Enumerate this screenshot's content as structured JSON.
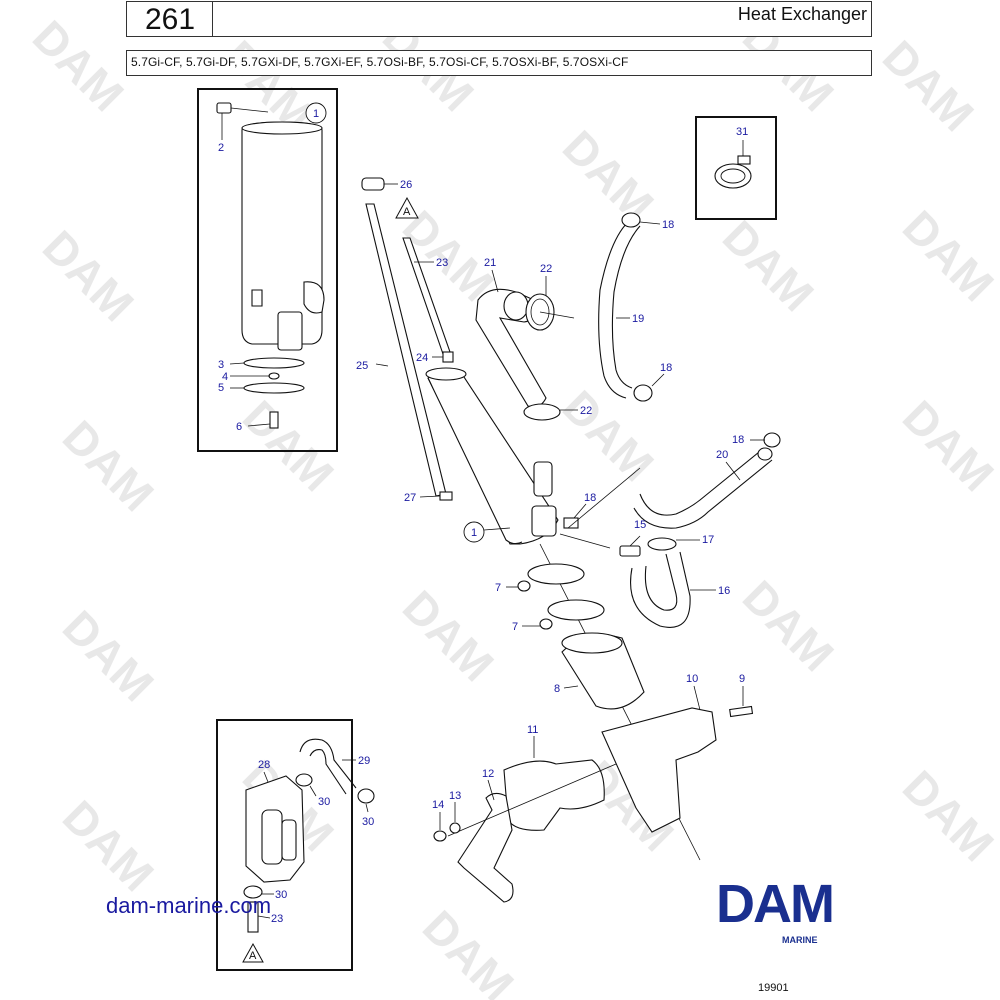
{
  "header": {
    "page_number": "261",
    "title": "Heat Exchanger",
    "models": "5.7Gi-CF, 5.7Gi-DF, 5.7GXi-DF, 5.7GXi-EF, 5.7OSi-BF, 5.7OSi-CF, 5.7OSXi-BF, 5.7OSXi-CF"
  },
  "watermark_text": "DAM",
  "parts": {
    "p1_top": "1",
    "p1_main": "1",
    "p2": "2",
    "p3": "3",
    "p4": "4",
    "p5": "5",
    "p6": "6",
    "p7a": "7",
    "p7b": "7",
    "p8": "8",
    "p9": "9",
    "p10": "10",
    "p11": "11",
    "p12": "12",
    "p13": "13",
    "p14": "14",
    "p15": "15",
    "p16": "16",
    "p17": "17",
    "p18a": "18",
    "p18b": "18",
    "p18c": "18",
    "p18d": "18",
    "p19": "19",
    "p20": "20",
    "p21": "21",
    "p22a": "22",
    "p22b": "22",
    "p23a": "23",
    "p23b": "23",
    "p24": "24",
    "p25": "25",
    "p26": "26",
    "p27": "27",
    "p28": "28",
    "p29": "29",
    "p30a": "30",
    "p30b": "30",
    "p30c": "30",
    "p31": "31"
  },
  "ref_marks": {
    "top": "A",
    "bottom": "A"
  },
  "footer": {
    "website": "dam-marine.com",
    "brand": "DAM",
    "brand_sub": "MARINE",
    "drawing_number": "19901",
    "brand_color": "#1a2f8f"
  }
}
